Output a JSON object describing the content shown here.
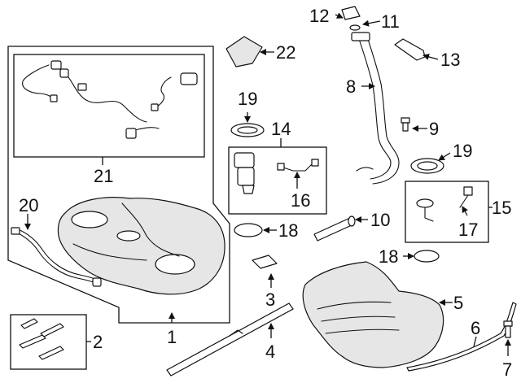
{
  "callouts": {
    "c1": "1",
    "c2": "2",
    "c3": "3",
    "c4": "4",
    "c5": "5",
    "c6": "6",
    "c7": "7",
    "c8": "8",
    "c9": "9",
    "c10": "10",
    "c11": "11",
    "c12": "12",
    "c13": "13",
    "c14": "14",
    "c15": "15",
    "c16": "16",
    "c17": "17",
    "c18a": "18",
    "c18b": "18",
    "c19a": "19",
    "c19b": "19",
    "c20": "20",
    "c21": "21",
    "c22": "22"
  },
  "icons": [
    "fuel-tank-icon",
    "wiring-harness-icon",
    "fuel-pump-icon",
    "filler-pipe-icon",
    "heat-shield-icon",
    "strap-icon",
    "bolt-icon",
    "seal-ring-icon",
    "lock-ring-icon",
    "hose-icon",
    "cap-icon",
    "module-icon",
    "clip-icon",
    "pad-icon"
  ]
}
